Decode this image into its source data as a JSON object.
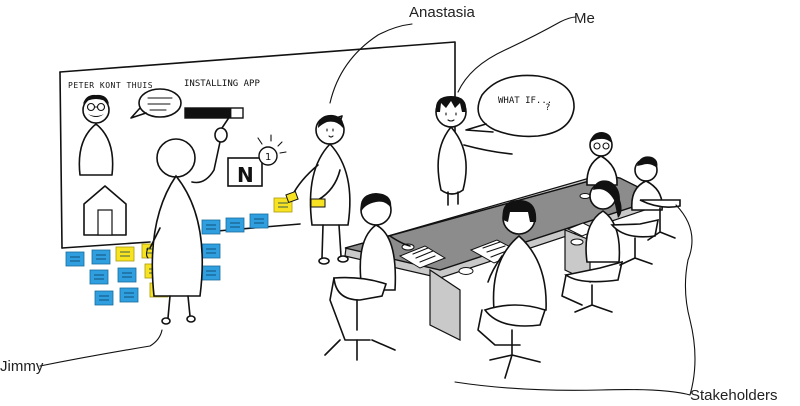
{
  "people_labels": {
    "anastasia": "Anastasia",
    "me": "Me",
    "jimmy": "Jimmy",
    "stakeholders": "Stakeholders"
  },
  "whiteboard": {
    "persona_name": "PETER KONT THUIS",
    "status_text": "INSTALLING APP",
    "badge_count": "1",
    "app_letter": "N",
    "progress": 0.8
  },
  "speech": {
    "question": "WHAT IF...",
    "mark": "?"
  },
  "colors": {
    "sticky_blue": "#2f9fe0",
    "sticky_yellow": "#f7e321",
    "table_top": "#8c8c8c"
  }
}
